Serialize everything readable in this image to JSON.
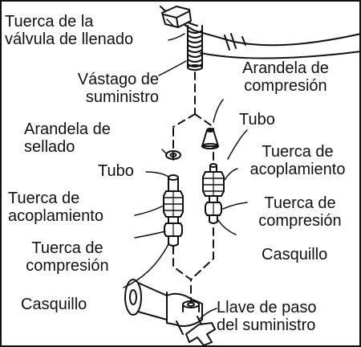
{
  "labels": {
    "fill_valve_nut": [
      "Tuerca de la",
      "válvula de llenado"
    ],
    "supply_stem": [
      "Vástago de",
      "suministro"
    ],
    "compression_washer": [
      "Arandela de",
      "compresión"
    ],
    "sealing_washer": [
      "Arandela de",
      "sellado"
    ],
    "tube_right": "Tubo",
    "tube_left": "Tubo",
    "coupling_nut_right": [
      "Tuerca de",
      "acoplamiento"
    ],
    "coupling_nut_left": [
      "Tuerca de",
      "acoplamiento"
    ],
    "compression_nut_right": [
      "Tuerca de",
      "compresión"
    ],
    "compression_nut_left": [
      "Tuerca de",
      "compresión"
    ],
    "ferrule_right": "Casquillo",
    "ferrule_left": "Casquillo",
    "supply_stop_valve": [
      "Llave de paso",
      "del suministro"
    ]
  },
  "colors": {
    "line": "#111111",
    "background": "#ffffff"
  }
}
